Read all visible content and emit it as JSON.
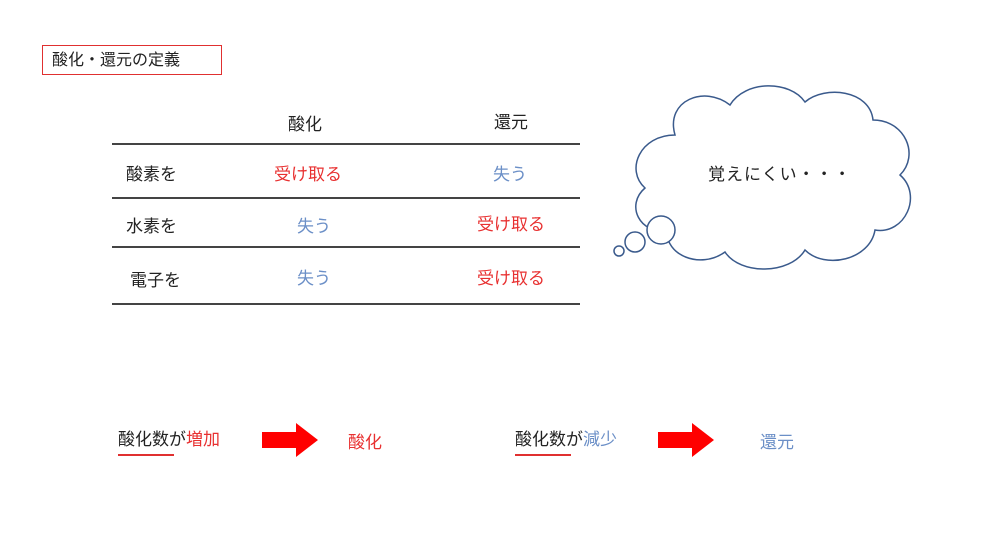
{
  "title": "酸化・還元の定義",
  "table": {
    "headers": [
      "",
      "酸化",
      "還元"
    ],
    "rows": [
      {
        "label": "酸素を",
        "oxidation": "受け取る",
        "reduction": "失う"
      },
      {
        "label": "水素を",
        "oxidation": "失う",
        "reduction": "受け取る"
      },
      {
        "label": "電子を",
        "oxidation": "失う",
        "reduction": "受け取る"
      }
    ]
  },
  "thought": "覚えにくい・・・",
  "rules": [
    {
      "subject": "酸化数",
      "particle": "が",
      "change": "増加",
      "result": "酸化"
    },
    {
      "subject": "酸化数",
      "particle": "が",
      "change": "減少",
      "result": "還元"
    }
  ],
  "colors": {
    "accent_red": "#e83030",
    "accent_blue": "#6b8fc7",
    "cloud_stroke": "#3a5a8c",
    "arrow": "#ff0000"
  }
}
